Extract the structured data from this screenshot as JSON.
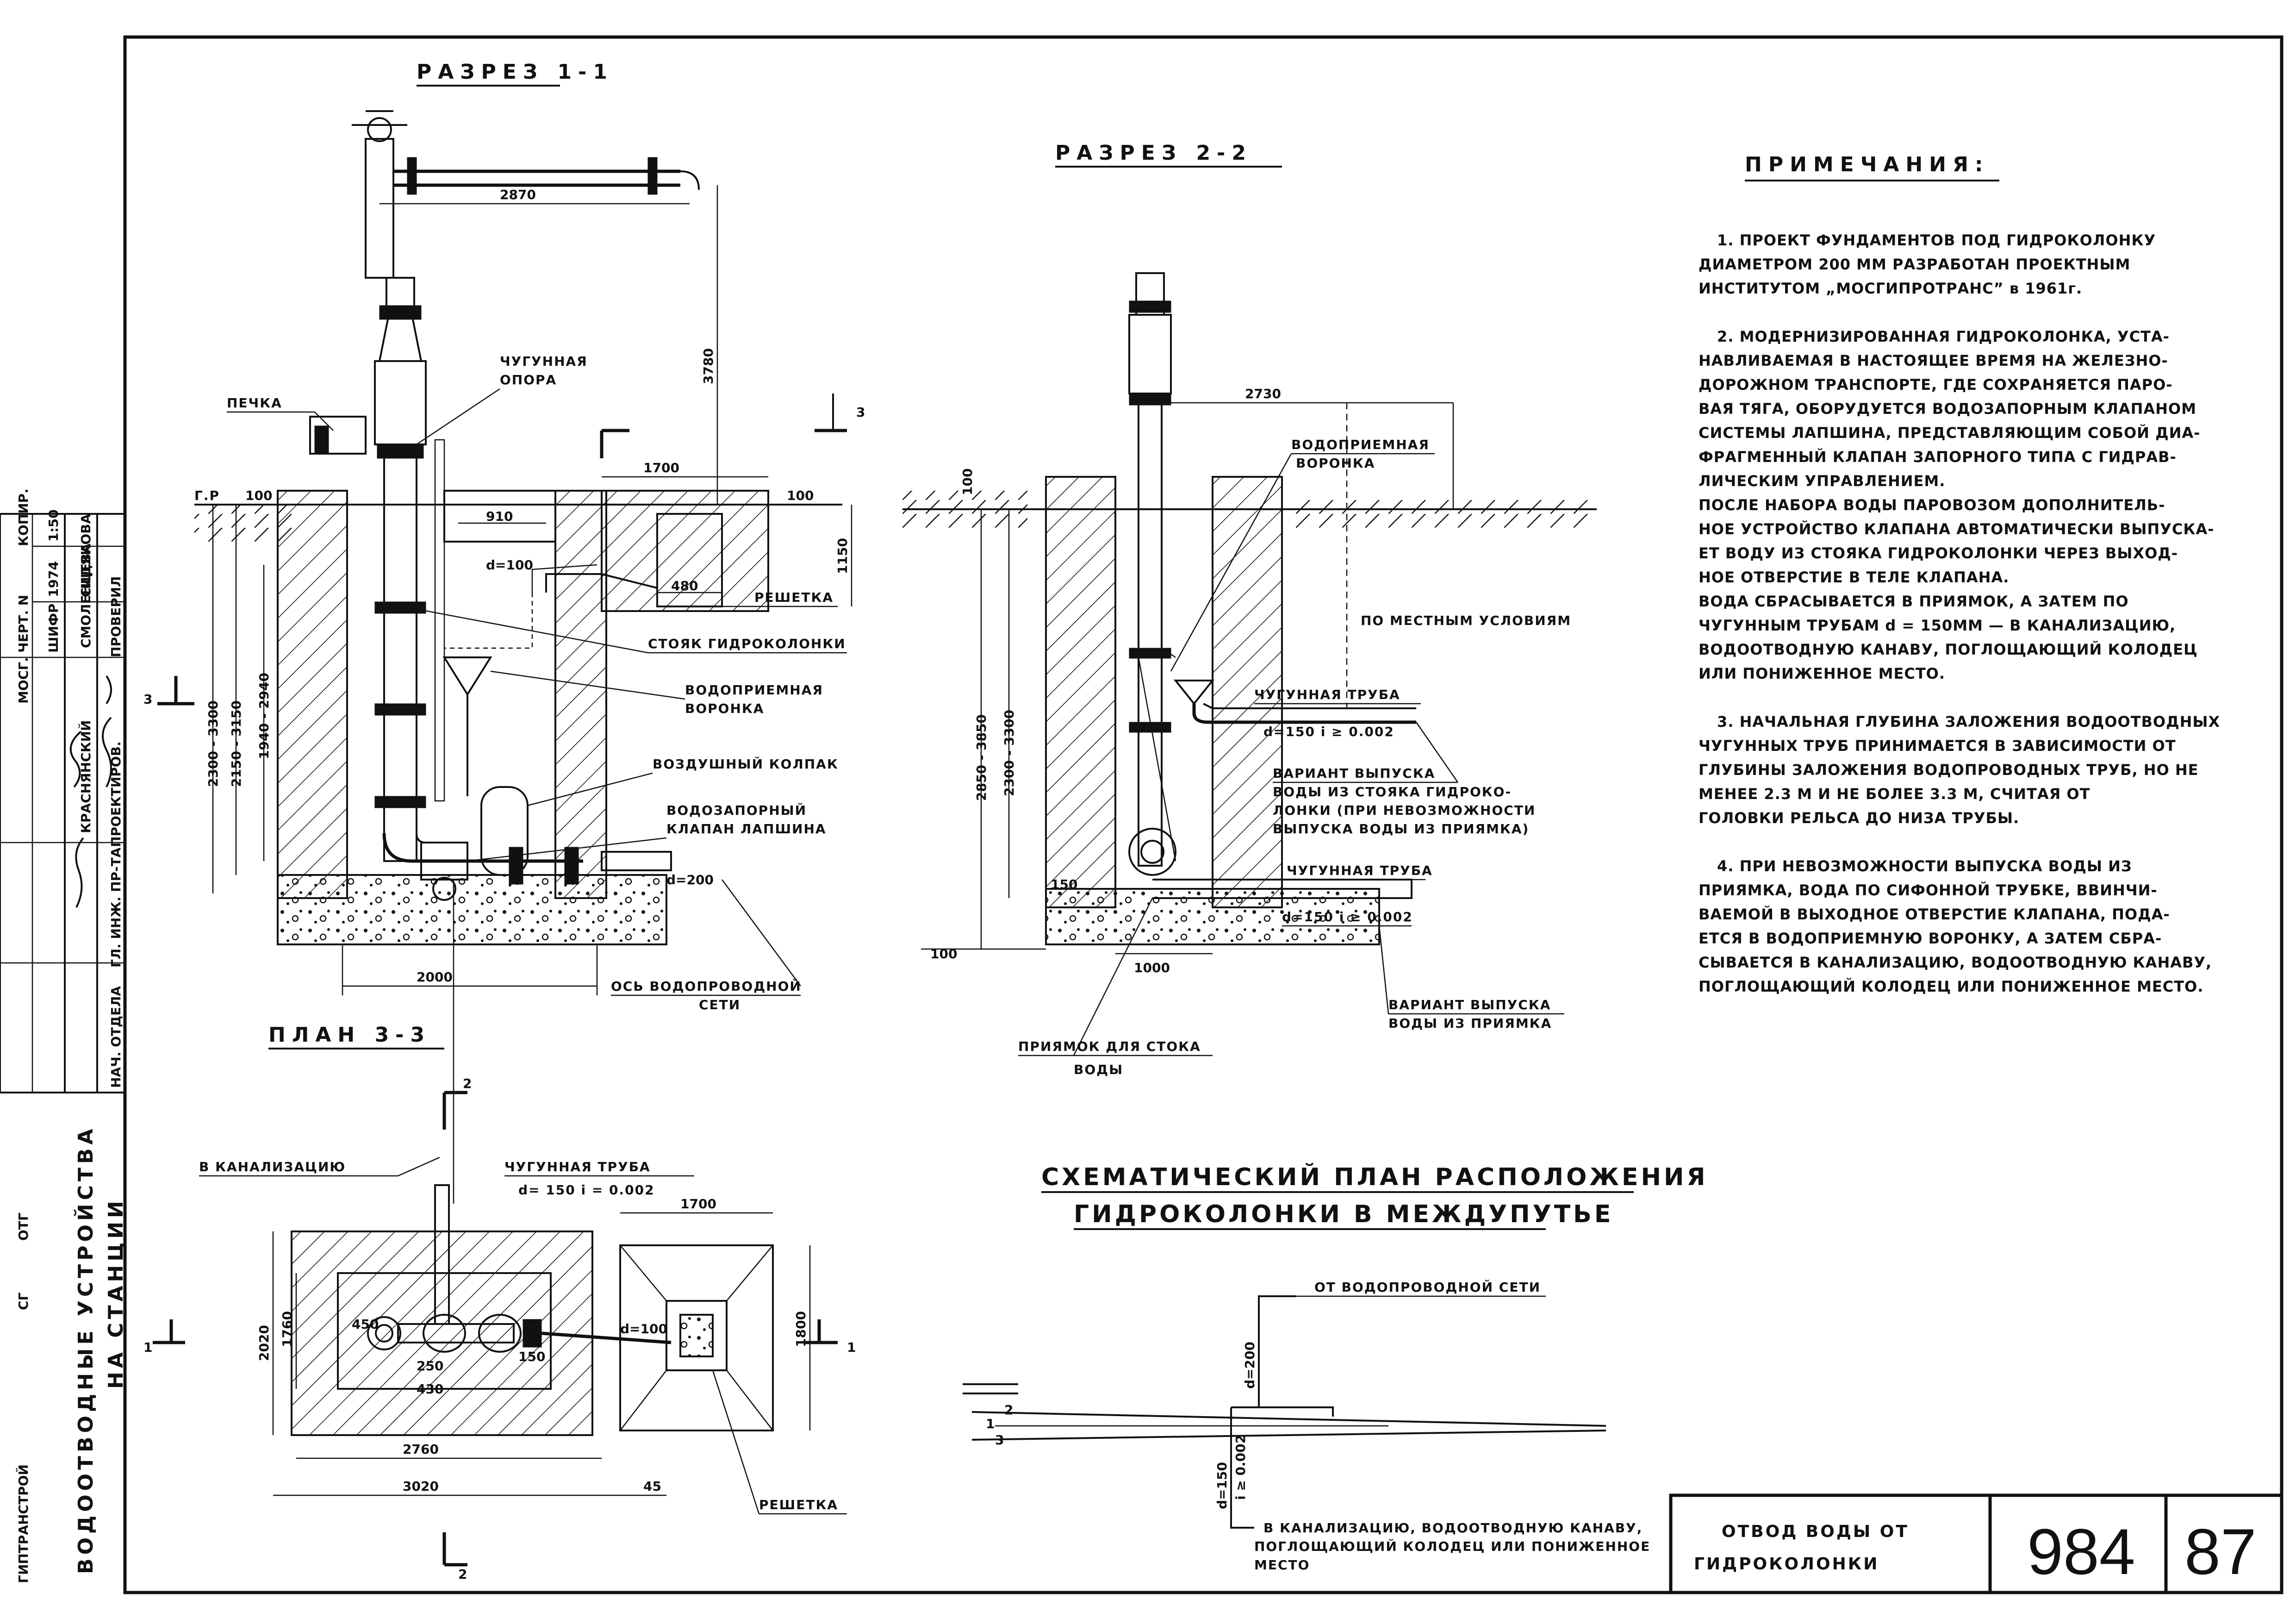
{
  "section_1": {
    "title": "РАЗРЕЗ 1-1",
    "labels": {
      "pechka": "ПЕЧКА",
      "support_1": "ЧУГУННАЯ",
      "support_2": "ОПОРА",
      "gr": "Г.Р",
      "standpipe": "СТОЯК ГИДРОКОЛОНКИ",
      "funnel_1": "ВОДОПРИЕМНАЯ",
      "funnel_2": "ВОРОНКА",
      "air_cap": "ВОЗДУШНЫЙ КОЛПАК",
      "valve_1": "ВОДОЗАПОРНЫЙ",
      "valve_2": "КЛАПАН ЛАПШИНА",
      "grate": "РЕШЕТКА",
      "axis_1": "ОСЬ ВОДОПРОВОДНОЙ",
      "axis_2": "СЕТИ",
      "section_mark": "3"
    },
    "dims": {
      "d2870": "2870",
      "d3780": "3780",
      "d1700": "1700",
      "d910": "910",
      "d100a": "100",
      "d100b": "100",
      "d480": "480",
      "d1150": "1150",
      "dd100": "d=100",
      "dd200": "d=200",
      "d2000": "2000",
      "v1": "2300 - 3300",
      "v2": "2150 - 3150",
      "v3": "1940 - 2940"
    }
  },
  "section_2": {
    "title": "РАЗРЕЗ 2-2",
    "labels": {
      "funnel_1": "ВОДОПРИЕМНАЯ",
      "funnel_2": "ВОРОНКА",
      "local": "ПО МЕСТНЫМ УСЛОВИЯМ",
      "cast_pipe_a": "ЧУГУННАЯ ТРУБА",
      "pipe_a_spec": "d=150   i ≥ 0.002",
      "variant_1": "ВАРИАНТ ВЫПУСКА",
      "variant_2": "ВОДЫ ИЗ СТОЯКА ГИДРОКО-",
      "variant_3": "ЛОНКИ (ПРИ НЕВОЗМОЖНОСТИ",
      "variant_4": "ВЫПУСКА ВОДЫ ИЗ ПРИЯМКА)",
      "cast_pipe_b": "ЧУГУННАЯ ТРУБА",
      "pipe_b_spec": "d=150   i ≥ 0.002",
      "variant_b_1": "ВАРИАНТ ВЫПУСКА",
      "variant_b_2": "ВОДЫ ИЗ ПРИЯМКА",
      "sump_1": "ПРИЯМОК ДЛЯ СТОКА",
      "sump_2": "ВОДЫ"
    },
    "dims": {
      "d2730": "2730",
      "d100": "100",
      "d150": "150",
      "d1000": "1000",
      "d100b": "100",
      "v1": "2850 - 3850",
      "v2": "2300 - 3300"
    }
  },
  "plan": {
    "title": "ПЛАН 3-3",
    "labels": {
      "sewer": "В КАНАЛИЗАЦИЮ",
      "cast_pipe": "ЧУГУННАЯ ТРУБА",
      "pipe_spec": "d= 150   i = 0.002",
      "grate": "РЕШЕТКА",
      "cut_2_top": "2",
      "cut_2_bottom": "2",
      "cut_1_left": "1",
      "cut_1_right": "1"
    },
    "dims": {
      "d1700": "1700",
      "d2020": "2020",
      "d1760": "1760",
      "d1800": "1800",
      "d2760": "2760",
      "d3020": "3020",
      "d45": "45",
      "d450": "450",
      "d250": "250",
      "d430": "430",
      "d150": "150",
      "dd100": "d=100"
    }
  },
  "schematic": {
    "title_1": "СХЕМАТИЧЕСКИЙ ПЛАН РАСПОЛОЖЕНИЯ",
    "title_2": "ГИДРОКОЛОНКИ В МЕЖДУПУТЬЕ",
    "from_network": "ОТ ВОДОПРОВОДНОЙ СЕТИ",
    "d200": "d=200",
    "d150": "d=150",
    "slope": "i ≥ 0.002",
    "track_1": "1",
    "track_2": "2",
    "track_3": "3",
    "dest_1": "В КАНАЛИЗАЦИЮ, ВОДООТВОДНУЮ КАНАВУ,",
    "dest_2": "ПОГЛОЩАЮЩИЙ КОЛОДЕЦ ИЛИ ПОНИЖЕННОЕ",
    "dest_3": "МЕСТО"
  },
  "notes": {
    "title": "ПРИМЕЧАНИЯ:",
    "lines": [
      "1. ПРОЕКТ ФУНДАМЕНТОВ ПОД ГИДРОКОЛОНКУ",
      "ДИАМЕТРОМ 200 ММ РАЗРАБОТАН ПРОЕКТНЫМ",
      "ИНСТИТУТОМ „МОСГИПРОТРАНС” в 1961г.",
      "",
      "2. МОДЕРНИЗИРОВАННАЯ ГИДРОКОЛОНКА, УСТА-",
      "НАВЛИВАЕМАЯ В НАСТОЯЩЕЕ ВРЕМЯ НА ЖЕЛЕЗНО-",
      "ДОРОЖНОМ ТРАНСПОРТЕ, ГДЕ СОХРАНЯЕТСЯ ПАРО-",
      "ВАЯ ТЯГА, ОБОРУДУЕТСЯ ВОДОЗАПОРНЫМ КЛАПАНОМ",
      "СИСТЕМЫ ЛАПШИНА, ПРЕДСТАВЛЯЮЩИМ СОБОЙ ДИА-",
      "ФРАГМЕННЫЙ КЛАПАН ЗАПОРНОГО ТИПА С ГИДРАВ-",
      "ЛИЧЕСКИМ УПРАВЛЕНИЕМ.",
      "ПОСЛЕ НАБОРА ВОДЫ ПАРОВОЗОМ ДОПОЛНИТЕЛЬ-",
      "НОЕ УСТРОЙСТВО КЛАПАНА АВТОМАТИЧЕСКИ ВЫПУСКА-",
      "ЕТ ВОДУ ИЗ СТОЯКА ГИДРОКОЛОНКИ ЧЕРЕЗ ВЫХОД-",
      "НОЕ ОТВЕРСТИЕ В ТЕЛЕ КЛАПАНА.",
      "ВОДА СБРАСЫВАЕТСЯ В ПРИЯМОК, А ЗАТЕМ ПО",
      "ЧУГУННЫМ ТРУБАМ d = 150ММ — В КАНАЛИЗАЦИЮ,",
      "ВОДООТВОДНУЮ КАНАВУ, ПОГЛОЩАЮЩИЙ КОЛОДЕЦ",
      "ИЛИ ПОНИЖЕННОЕ МЕСТО.",
      "",
      "3. НАЧАЛЬНАЯ ГЛУБИНА ЗАЛОЖЕНИЯ ВОДООТВОДНЫХ",
      "ЧУГУННЫХ ТРУБ ПРИНИМАЕТСЯ В ЗАВИСИМОСТИ ОТ",
      "ГЛУБИНЫ ЗАЛОЖЕНИЯ ВОДОПРОВОДНЫХ ТРУБ, НО НЕ",
      "МЕНЕЕ 2.3 М И НЕ БОЛЕЕ 3.3 М, СЧИТАЯ ОТ",
      "ГОЛОВКИ РЕЛЬСА ДО НИЗА ТРУБЫ.",
      "",
      "4. ПРИ НЕВОЗМОЖНОСТИ ВЫПУСКА ВОДЫ ИЗ",
      "ПРИЯМКА, ВОДА ПО СИФОННОЙ ТРУБКЕ, ВВИНЧИ-",
      "ВАЕМОЙ В ВЫХОДНОЕ ОТВЕРСТИЕ КЛАПАНА, ПОДА-",
      "ЕТСЯ В ВОДОПРИЕМНУЮ ВОРОНКУ, А ЗАТЕМ СБРА-",
      "СЫВАЕТСЯ В КАНАЛИЗАЦИЮ, ВОДООТВОДНУЮ КАНАВУ,",
      "ПОГЛОЩАЮЩИЙ КОЛОДЕЦ ИЛИ ПОНИЖЕННОЕ МЕСТО."
    ]
  },
  "stamp": {
    "title_1": "ОТВОД ВОДЫ ОТ",
    "title_2": "ГИДРОКОЛОНКИ",
    "album": "984",
    "sheet": "87",
    "side_title_1": "ВОДООТВОДНЫЕ УСТРОЙСТВА",
    "side_title_2": "НА СТАНЦИИ",
    "side_org": "ГИПТРАНСТРОЙ",
    "side_sg": "СГ",
    "side_otf": "ОТГ",
    "side_mos": "МОСГ.",
    "side_cherch": "ЧЕРТ. N",
    "side_shifr": "ШИФР",
    "side_year": "1974",
    "side_scale": "1:50",
    "side_kopir": "КОПИР.",
    "roles": [
      "НАЧ. ОТДЕЛА",
      "ГЛ. ИНЖ. ПР-ТА",
      "ПРОЕКТИРОВ.",
      "ПРОВЕРИЛ"
    ],
    "names": [
      "КРАСНЯНСКИЙ",
      "СМОЛЕНЦЕВА",
      "СИДЯКОВА"
    ]
  }
}
